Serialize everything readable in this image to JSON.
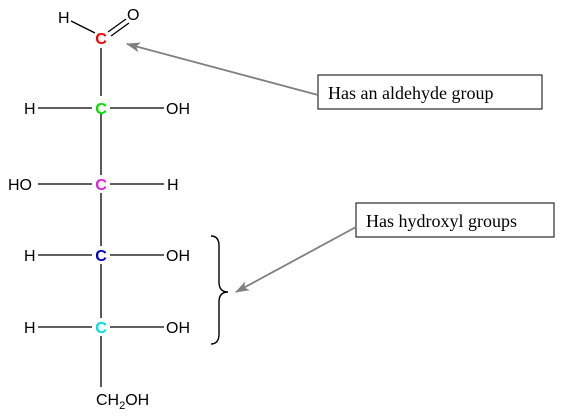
{
  "colors": {
    "c1": "#ff0000",
    "c2": "#00e000",
    "c3": "#e020e0",
    "c4": "#0000cc",
    "c5": "#00e0e0",
    "arrow": "#7f7f7f",
    "bond": "#000000"
  },
  "molecule": {
    "aldehyde_h": "H",
    "aldehyde_o": "O",
    "carbon_symbol": "C",
    "c2": {
      "left": "H",
      "right": "OH"
    },
    "c3": {
      "left": "HO",
      "right": "H"
    },
    "c4": {
      "left": "H",
      "right": "OH"
    },
    "c5": {
      "left": "H",
      "right": "OH"
    },
    "terminal": {
      "prefix": "CH",
      "subscript": "2",
      "suffix": "OH"
    }
  },
  "callouts": {
    "aldehyde": "Has an aldehyde group",
    "hydroxyl": "Has hydroxyl groups"
  }
}
